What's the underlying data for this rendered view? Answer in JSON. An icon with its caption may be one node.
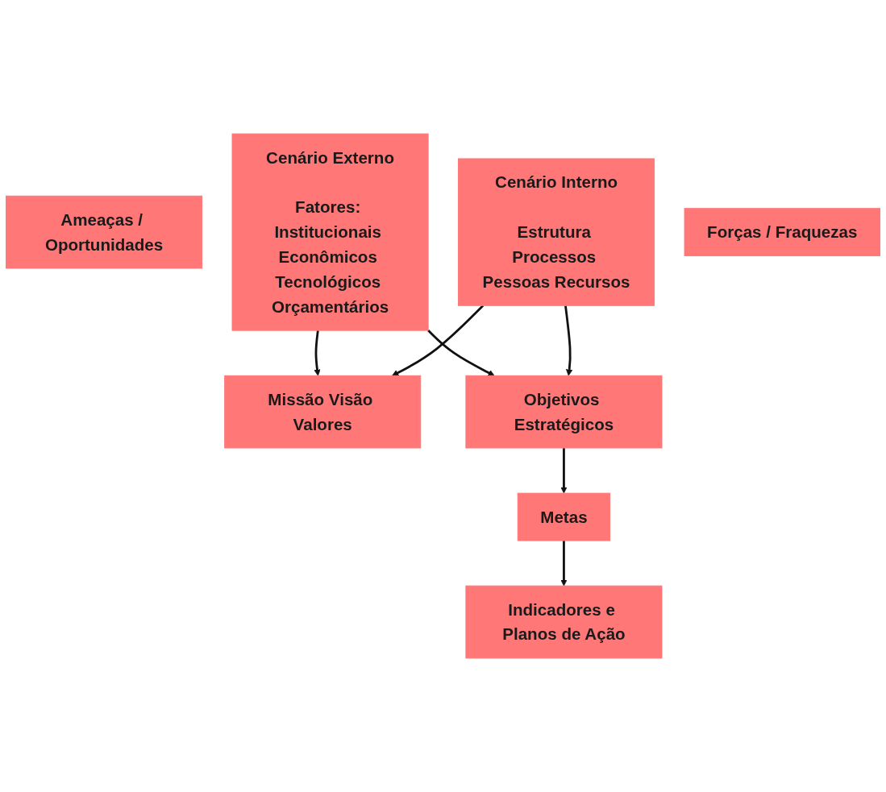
{
  "diagram": {
    "nodes": [
      {
        "text": [
          "Ameaças / Oportunidades"
        ]
      },
      {
        "text": [
          "Cenário Externo",
          "Fatores: Institucionais Econômicos Tecnológicos Orçamentários"
        ]
      },
      {
        "text": [
          "Missão Visão Valores"
        ]
      },
      {
        "text": [
          "Cenário Interno",
          "Estrutura Processos Pessoas Recursos"
        ]
      },
      {
        "text": [
          "Forças / Fraquezas"
        ]
      },
      {
        "text": [
          "Objetivos Estratégicos"
        ]
      },
      {
        "text": [
          "Metas"
        ]
      },
      {
        "text": [
          "Indicadores e Planos de Ação"
        ]
      }
    ],
    "edges": [
      {
        "from": 1,
        "to": 2,
        "arrow": "to"
      },
      {
        "from": 3,
        "to": 2,
        "arrow": "to"
      },
      {
        "from": 1,
        "to": 5,
        "arrow": "to"
      },
      {
        "from": 3,
        "to": 5,
        "arrow": "to"
      },
      {
        "from": 5,
        "to": 6,
        "arrow": "to"
      },
      {
        "from": 6,
        "to": 7,
        "arrow": "to"
      }
    ]
  }
}
